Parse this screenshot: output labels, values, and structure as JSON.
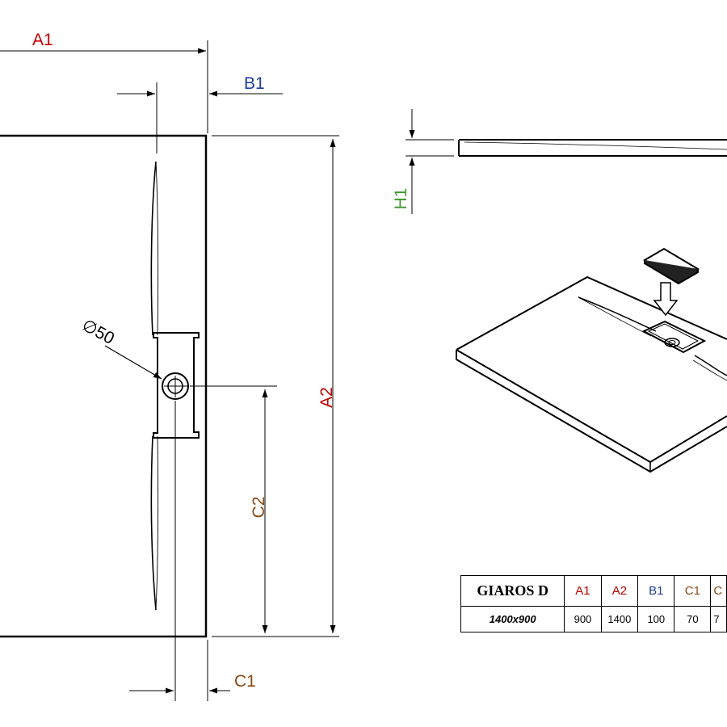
{
  "colors": {
    "line": "#000000",
    "A": "#c00000",
    "B": "#1f3f99",
    "C": "#8b4a13",
    "H": "#3d9a2a"
  },
  "labels": {
    "a1": "A1",
    "a2": "A2",
    "b1": "B1",
    "c1": "C1",
    "c2": "C2",
    "h1": "H1",
    "diameter": "∅50"
  },
  "table": {
    "model": "GIAROS D",
    "size": "1400x900",
    "columns": [
      {
        "key": "A1",
        "value": "900",
        "color": "#c00000"
      },
      {
        "key": "A2",
        "value": "1400",
        "color": "#c00000"
      },
      {
        "key": "B1",
        "value": "100",
        "color": "#1f3f99"
      },
      {
        "key": "C1",
        "value": "70",
        "color": "#8b4a13"
      },
      {
        "key": "C",
        "value": "7",
        "color": "#8b4a13"
      }
    ]
  }
}
